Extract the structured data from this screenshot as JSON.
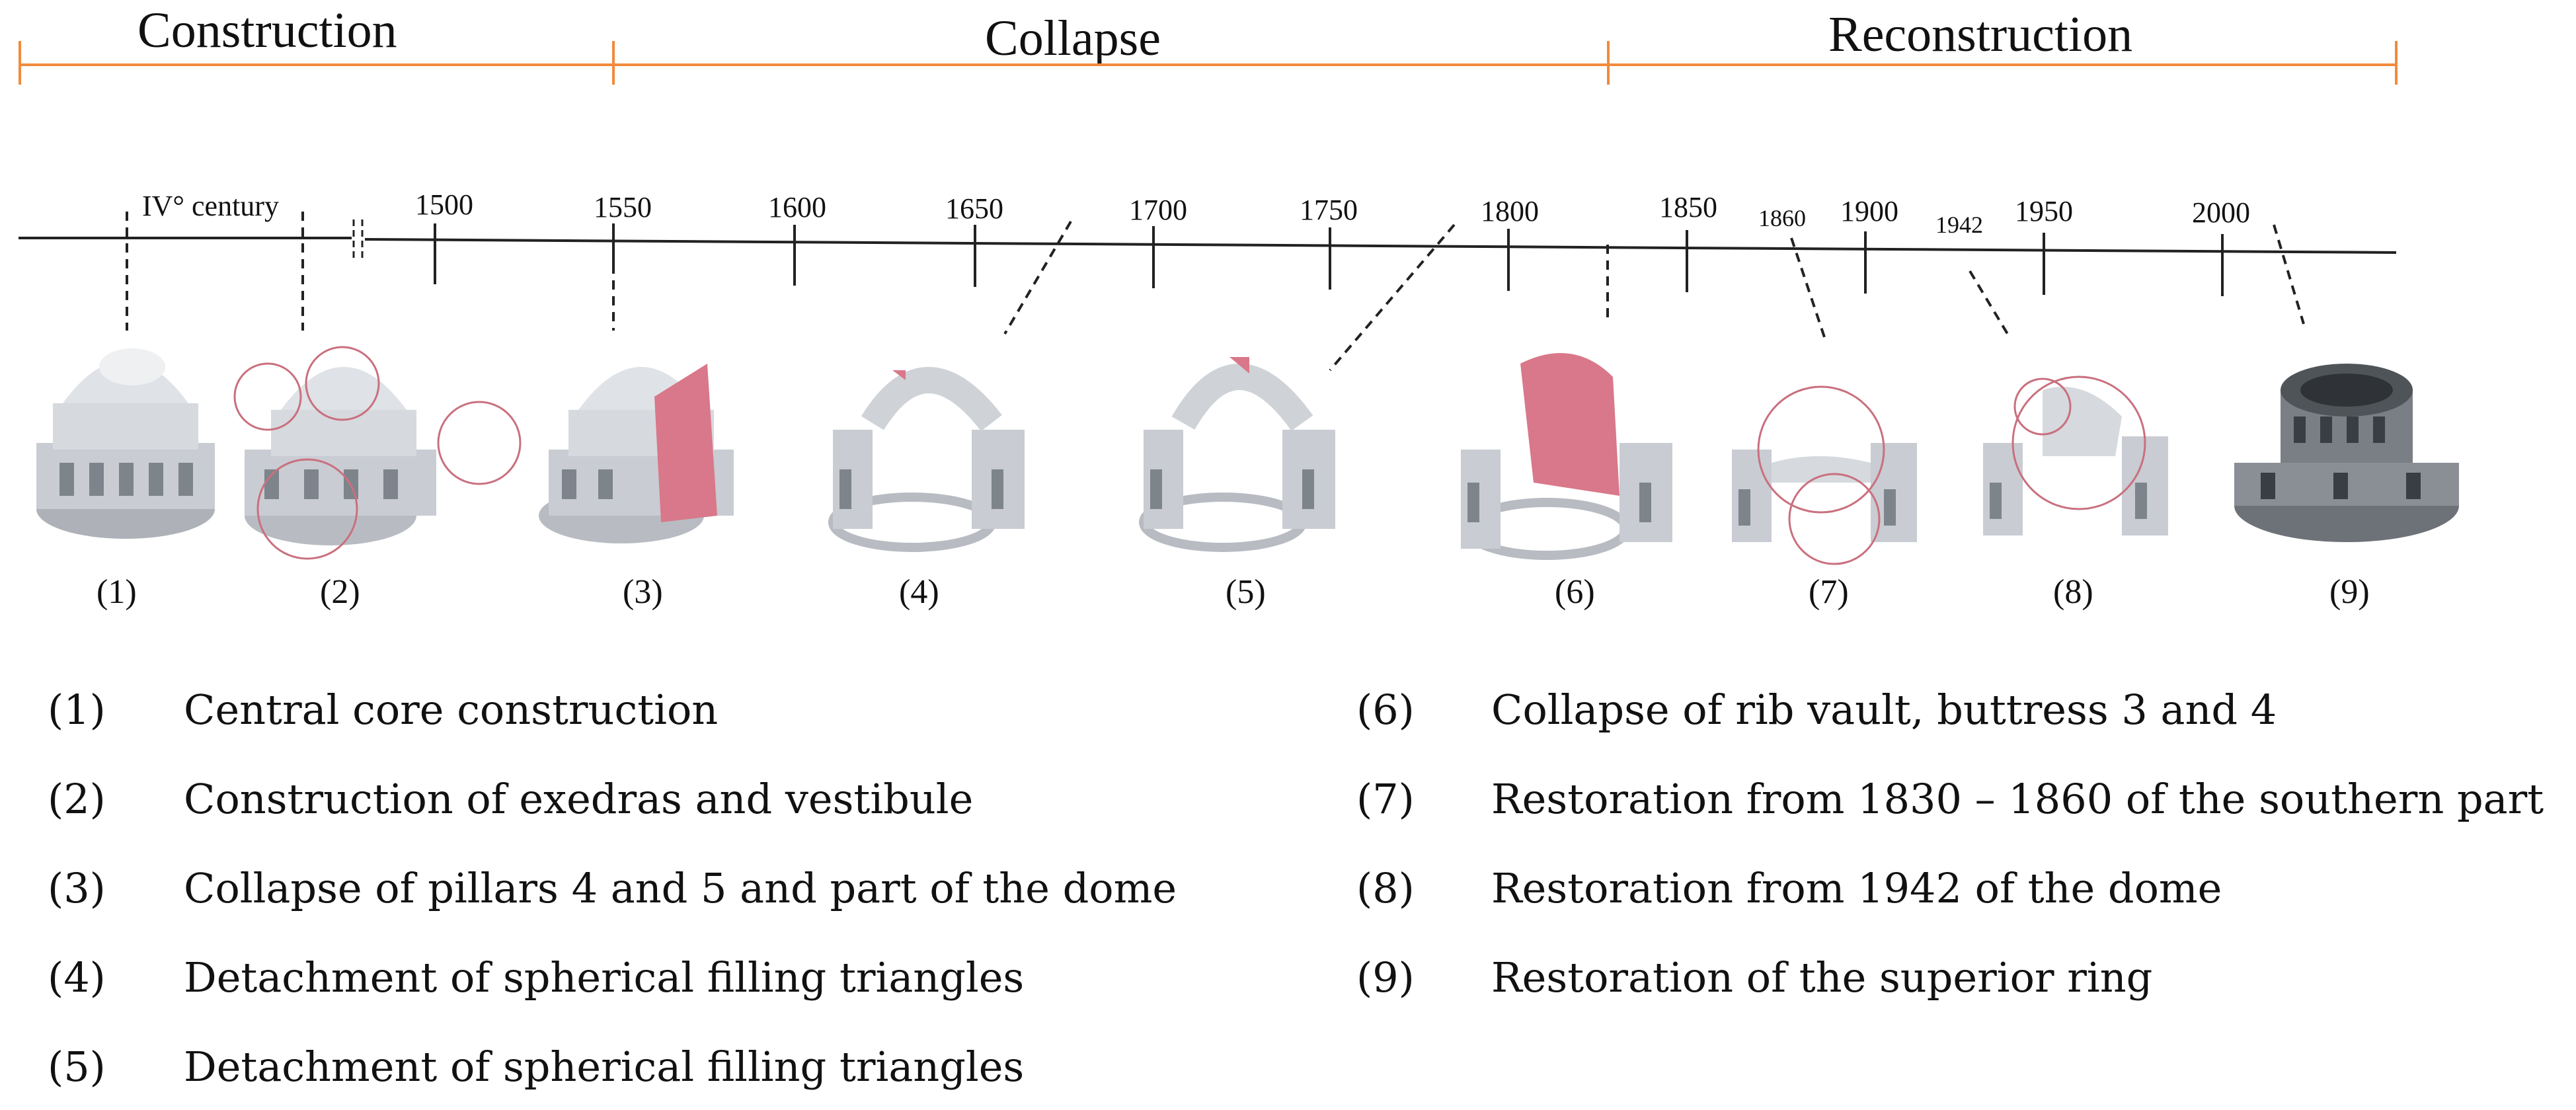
{
  "phases": [
    {
      "label": "Construction"
    },
    {
      "label": "Collapse"
    },
    {
      "label": "Reconstruction"
    }
  ],
  "timeline": {
    "start_label": "IV° century",
    "years": [
      "1500",
      "1550",
      "1600",
      "1650",
      "1700",
      "1750",
      "1800",
      "1850",
      "1900",
      "1950",
      "2000"
    ],
    "event_years": [
      "1860",
      "1942"
    ]
  },
  "figures": [
    {
      "caption": "(1)"
    },
    {
      "caption": "(2)"
    },
    {
      "caption": "(3)"
    },
    {
      "caption": "(4)"
    },
    {
      "caption": "(5)"
    },
    {
      "caption": "(6)"
    },
    {
      "caption": "(7)"
    },
    {
      "caption": "(8)"
    },
    {
      "caption": "(9)"
    }
  ],
  "legend": [
    {
      "num": "(1)",
      "text": "Central core construction"
    },
    {
      "num": "(2)",
      "text": "Construction of exedras and vestibule"
    },
    {
      "num": "(3)",
      "text": "Collapse of pillars 4 and 5 and part of the dome"
    },
    {
      "num": "(4)",
      "text": "Detachment of spherical filling triangles"
    },
    {
      "num": "(5)",
      "text": "Detachment of spherical filling triangles"
    },
    {
      "num": "(6)",
      "text": "Collapse of rib vault, buttress 3 and 4"
    },
    {
      "num": "(7)",
      "text": "Restoration from 1830 – 1860 of the southern part"
    },
    {
      "num": "(8)",
      "text": "Restoration from 1942 of the dome"
    },
    {
      "num": "(9)",
      "text": "Restoration of the superior ring"
    }
  ],
  "colors": {
    "phase_bar": "#f08a3c",
    "collapse_fill": "#d9788a",
    "circle": "#c9707e",
    "model": "#c9ccd2",
    "model_dark": "#555a60"
  }
}
